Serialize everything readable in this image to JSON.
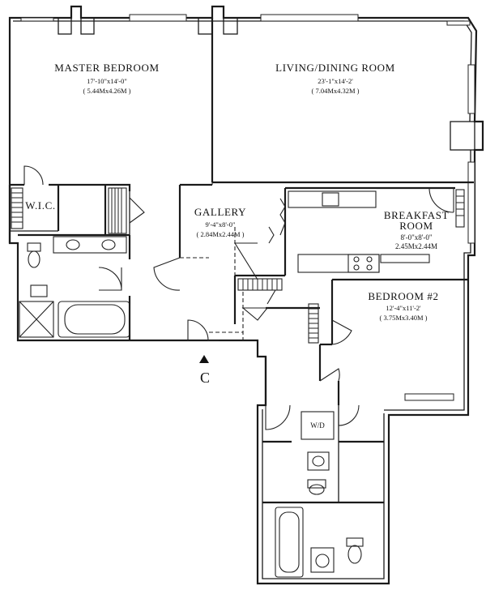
{
  "rooms": {
    "master_bedroom": {
      "name": "MASTER BEDROOM",
      "dims_ft": "17'-10\"x14'-0\"",
      "dims_m": "( 5.44Mx4.26M )"
    },
    "living_dining": {
      "name": "LIVING/DINING ROOM",
      "dims_ft": "23'-1\"x14'-2'",
      "dims_m": "( 7.04Mx4.32M )"
    },
    "wic": {
      "name": "W.I.C."
    },
    "gallery": {
      "name": "GALLERY",
      "dims_ft": "9'-4\"x8'-0\"",
      "dims_m": "( 2.84Mx2.44M )"
    },
    "breakfast": {
      "name_line1": "BREAKFAST",
      "name_line2": "ROOM",
      "dims_ft": "8'-0\"x8'-0\"",
      "dims_m": "2.45Mx2.44M"
    },
    "bedroom2": {
      "name": "BEDROOM #2",
      "dims_ft": "12'-4\"x11'-2'",
      "dims_m": "( 3.75Mx3.40M )"
    },
    "wd": {
      "name": "W/D"
    }
  },
  "entry_marker": {
    "label": "C"
  }
}
